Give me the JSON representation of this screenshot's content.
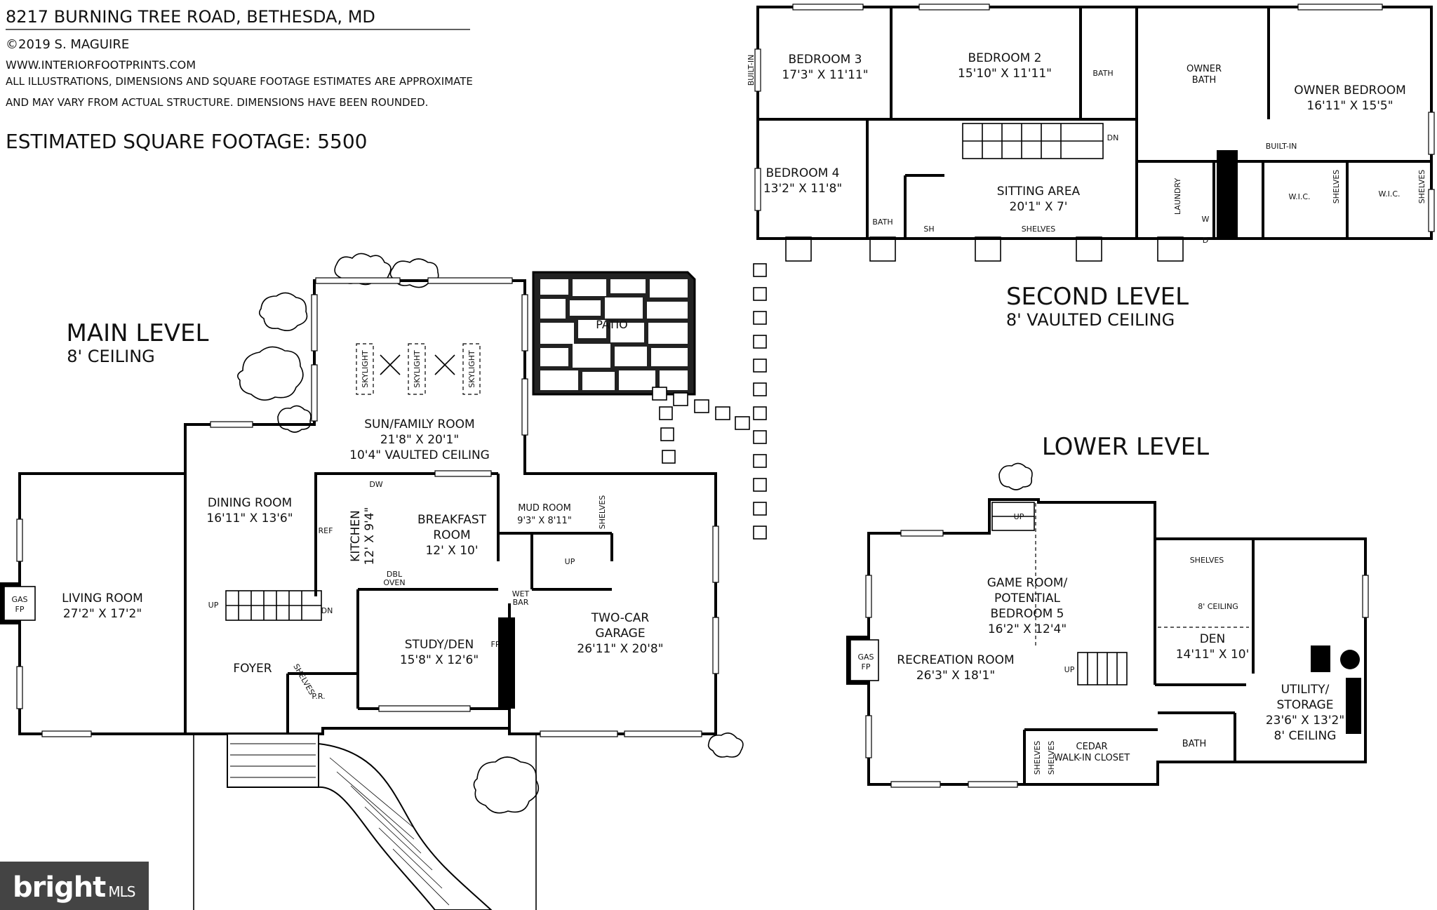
{
  "header": {
    "address": "8217 BURNING TREE ROAD, BETHESDA, MD",
    "copyright": "©2019 S. MAGUIRE",
    "website": "WWW.INTERIORFOOTPRINTS.COM",
    "disclaimer_1": "ALL ILLUSTRATIONS, DIMENSIONS AND SQUARE FOOTAGE ESTIMATES ARE APPROXIMATE",
    "disclaimer_2": "AND MAY VARY FROM ACTUAL STRUCTURE. DIMENSIONS HAVE BEEN ROUNDED.",
    "sqft": "ESTIMATED SQUARE FOOTAGE: 5500"
  },
  "main_level": {
    "title": "MAIN LEVEL",
    "ceiling": "8' CEILING",
    "rooms": {
      "living": {
        "name": "LIVING ROOM",
        "dims": "27'2\" X 17'2\""
      },
      "dining": {
        "name": "DINING ROOM",
        "dims": "16'11\" X 13'6\""
      },
      "sun": {
        "name": "SUN/FAMILY ROOM",
        "dims": "21'8\" X 20'1\"",
        "ceiling": "10'4\" VAULTED CEILING"
      },
      "kitchen": {
        "name": "KITCHEN",
        "dims": "12' X 9'4\""
      },
      "breakfast": {
        "name": "BREAKFAST",
        "name2": "ROOM",
        "dims": "12' X 10'"
      },
      "mud": {
        "name": "MUD ROOM",
        "dims": "9'3\" X 8'11\""
      },
      "study": {
        "name": "STUDY/DEN",
        "dims": "15'8\" X 12'6\""
      },
      "garage": {
        "name": "TWO-CAR",
        "name2": "GARAGE",
        "dims": "26'11\" X 20'8\""
      },
      "foyer": {
        "name": "FOYER"
      },
      "patio": {
        "name": "PATIO"
      }
    },
    "labels": {
      "gas_fp_1": "GAS",
      "gas_fp_2": "FP",
      "fp": "FP",
      "pr": "P.R.",
      "shelves": "SHELVES",
      "shelves_mud": "SHELVES",
      "ref": "REF",
      "dw": "DW",
      "dbl_1": "DBL",
      "dbl_2": "OVEN",
      "wet_1": "WET",
      "wet_2": "BAR",
      "up_1": "UP",
      "up_2": "UP",
      "dn": "DN",
      "skylight_1": "SKYLIGHT",
      "skylight_2": "SKYLIGHT",
      "skylight_3": "SKYLIGHT"
    }
  },
  "second_level": {
    "title": "SECOND LEVEL",
    "ceiling": "8' VAULTED CEILING",
    "rooms": {
      "bed3": {
        "name": "BEDROOM 3",
        "dims": "17'3\" X 11'11\""
      },
      "bed2": {
        "name": "BEDROOM 2",
        "dims": "15'10\" X 11'11\""
      },
      "bed4": {
        "name": "BEDROOM 4",
        "dims": "13'2\" X 11'8\""
      },
      "sitting": {
        "name": "SITTING AREA",
        "dims": "20'1\" X 7'"
      },
      "owner_bath": {
        "name": "OWNER",
        "name2": "BATH"
      },
      "owner_bed": {
        "name": "OWNER BEDROOM",
        "dims": "16'11\" X 15'5\""
      }
    },
    "labels": {
      "bath_1": "BATH",
      "bath_2": "BATH",
      "builtin_1": "BUILT-IN",
      "builtin_2": "BUILT-IN",
      "dn": "DN",
      "shelves": "SHELVES",
      "sh": "SH",
      "laundry": "LAUNDRY",
      "w": "W",
      "d": "D",
      "wic_1": "W.I.C.",
      "wic_2": "W.I.C.",
      "shelves_2": "SHELVES",
      "shelves_3": "SHELVES"
    }
  },
  "lower_level": {
    "title": "LOWER LEVEL",
    "rooms": {
      "game": {
        "name": "GAME ROOM/",
        "name2": "POTENTIAL",
        "name3": "BEDROOM 5",
        "dims": "16'2\" X 12'4\""
      },
      "rec": {
        "name": "RECREATION ROOM",
        "dims": "26'3\" X 18'1\""
      },
      "den": {
        "name": "DEN",
        "dims": "14'11\" X 10'",
        "ceiling": "8' CEILING"
      },
      "utility": {
        "name": "UTILITY/",
        "name2": "STORAGE",
        "dims": "23'6\" X 13'2\"",
        "ceiling": "8' CEILING"
      },
      "cedar": {
        "name": "CEDAR",
        "name2": "WALK-IN CLOSET"
      },
      "bath": {
        "name": "BATH"
      }
    },
    "labels": {
      "gas_fp_1": "GAS",
      "gas_fp_2": "FP",
      "up_1": "UP",
      "up_2": "UP",
      "shelves_1": "SHELVES",
      "shelves_2": "SHELVES",
      "shelves_3": "SHELVES"
    }
  },
  "badge": {
    "brand": "bright",
    "suffix": "MLS"
  }
}
